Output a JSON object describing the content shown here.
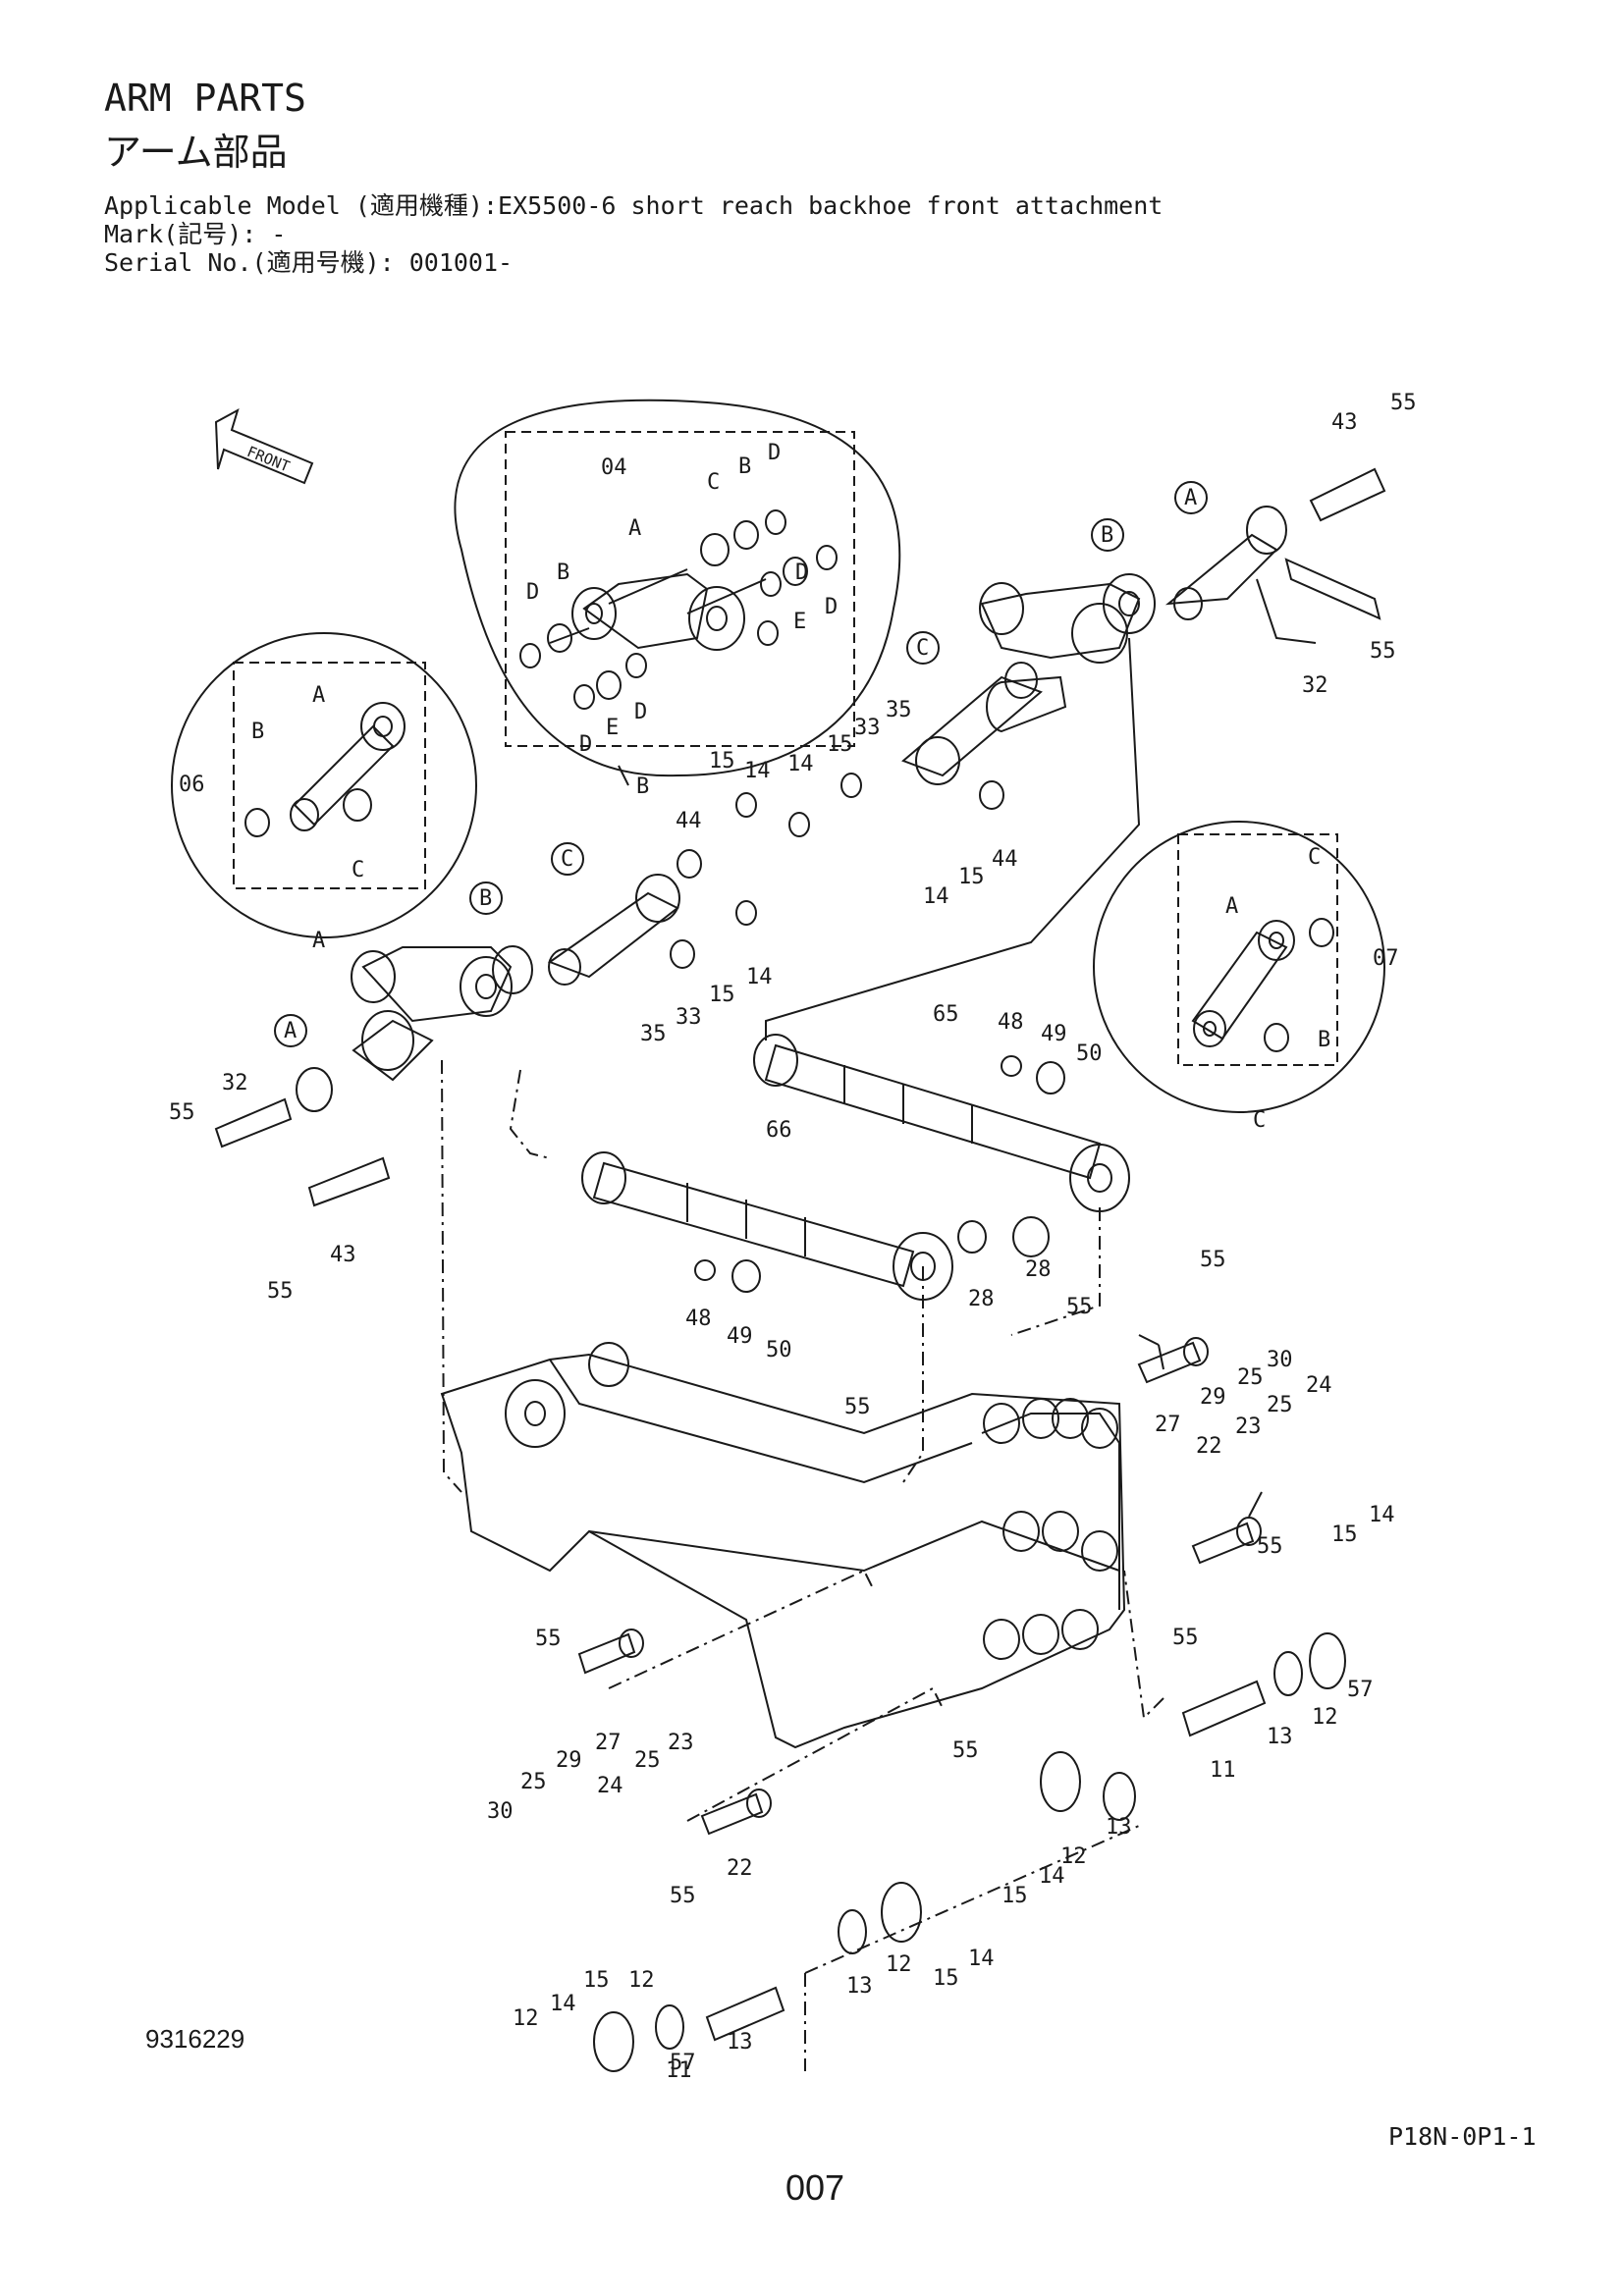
{
  "header": {
    "title_en": "ARM PARTS",
    "title_jp": "アーム部品",
    "model_line": "Applicable Model (適用機種):EX5500-6 short reach backhoe front attachment",
    "mark_line": "Mark(記号): -",
    "serial_line": "Serial No.(適用号機): 001001-"
  },
  "footer": {
    "drawing_number": "9316229",
    "reference_code": "P18N-0P1-1",
    "page_number": "007"
  },
  "direction_label": "FRONT",
  "detail_views": [
    {
      "ref": "04",
      "view": "B"
    },
    {
      "ref": "06",
      "view": "A"
    },
    {
      "ref": "07",
      "view": "C"
    }
  ],
  "callouts": [
    {
      "id": "c1",
      "text": "43"
    },
    {
      "id": "c2",
      "text": "55"
    },
    {
      "id": "c3",
      "text": "A"
    },
    {
      "id": "c4",
      "text": "B"
    },
    {
      "id": "c5",
      "text": "55"
    },
    {
      "id": "c6",
      "text": "32"
    },
    {
      "id": "c7",
      "text": "C"
    },
    {
      "id": "c8",
      "text": "35"
    },
    {
      "id": "c9",
      "text": "33"
    },
    {
      "id": "c10",
      "text": "15"
    },
    {
      "id": "c11",
      "text": "14"
    },
    {
      "id": "c12",
      "text": "14"
    },
    {
      "id": "c13",
      "text": "15"
    },
    {
      "id": "c14",
      "text": "44"
    },
    {
      "id": "c15",
      "text": "14"
    },
    {
      "id": "c16",
      "text": "15"
    },
    {
      "id": "c17",
      "text": "44"
    },
    {
      "id": "c18",
      "text": "C"
    },
    {
      "id": "c19",
      "text": "B"
    },
    {
      "id": "c20",
      "text": "A"
    },
    {
      "id": "c21",
      "text": "14"
    },
    {
      "id": "c22",
      "text": "15"
    },
    {
      "id": "c23",
      "text": "33"
    },
    {
      "id": "c24",
      "text": "35"
    },
    {
      "id": "c25",
      "text": "32"
    },
    {
      "id": "c26",
      "text": "55"
    },
    {
      "id": "c27",
      "text": "43"
    },
    {
      "id": "c28",
      "text": "55"
    },
    {
      "id": "c29",
      "text": "65"
    },
    {
      "id": "c30",
      "text": "48"
    },
    {
      "id": "c31",
      "text": "49"
    },
    {
      "id": "c32",
      "text": "50"
    },
    {
      "id": "c33",
      "text": "66"
    },
    {
      "id": "c34",
      "text": "28"
    },
    {
      "id": "c35",
      "text": "28"
    },
    {
      "id": "c36",
      "text": "48"
    },
    {
      "id": "c37",
      "text": "49"
    },
    {
      "id": "c38",
      "text": "50"
    },
    {
      "id": "c39",
      "text": "55"
    },
    {
      "id": "c40",
      "text": "55"
    },
    {
      "id": "c41",
      "text": "30"
    },
    {
      "id": "c42",
      "text": "25"
    },
    {
      "id": "c43",
      "text": "29"
    },
    {
      "id": "c44",
      "text": "27"
    },
    {
      "id": "c45",
      "text": "24"
    },
    {
      "id": "c46",
      "text": "25"
    },
    {
      "id": "c47",
      "text": "23"
    },
    {
      "id": "c48",
      "text": "22"
    },
    {
      "id": "c49",
      "text": "55"
    },
    {
      "id": "c50",
      "text": "55"
    },
    {
      "id": "c51",
      "text": "14"
    },
    {
      "id": "c52",
      "text": "15"
    },
    {
      "id": "c53",
      "text": "55"
    },
    {
      "id": "c54",
      "text": "57"
    },
    {
      "id": "c55",
      "text": "12"
    },
    {
      "id": "c56",
      "text": "13"
    },
    {
      "id": "c57",
      "text": "11"
    },
    {
      "id": "c58",
      "text": "55"
    },
    {
      "id": "c59",
      "text": "27"
    },
    {
      "id": "c60",
      "text": "29"
    },
    {
      "id": "c61",
      "text": "25"
    },
    {
      "id": "c62",
      "text": "30"
    },
    {
      "id": "c63",
      "text": "25"
    },
    {
      "id": "c64",
      "text": "23"
    },
    {
      "id": "c65",
      "text": "24"
    },
    {
      "id": "c66",
      "text": "22"
    },
    {
      "id": "c67",
      "text": "55"
    },
    {
      "id": "c68",
      "text": "55"
    },
    {
      "id": "c69",
      "text": "12"
    },
    {
      "id": "c70",
      "text": "13"
    },
    {
      "id": "c71",
      "text": "14"
    },
    {
      "id": "c72",
      "text": "15"
    },
    {
      "id": "c73",
      "text": "12"
    },
    {
      "id": "c74",
      "text": "15"
    },
    {
      "id": "c75",
      "text": "14"
    },
    {
      "id": "c76",
      "text": "13"
    },
    {
      "id": "c77",
      "text": "12"
    },
    {
      "id": "c78",
      "text": "14"
    },
    {
      "id": "c79",
      "text": "15"
    },
    {
      "id": "c80",
      "text": "12"
    },
    {
      "id": "c81",
      "text": "57"
    },
    {
      "id": "c82",
      "text": "13"
    },
    {
      "id": "c83",
      "text": "11"
    }
  ],
  "detail_b_labels": [
    {
      "id": "b1",
      "text": "04"
    },
    {
      "id": "b2",
      "text": "C"
    },
    {
      "id": "b3",
      "text": "B"
    },
    {
      "id": "b4",
      "text": "D"
    },
    {
      "id": "b5",
      "text": "A"
    },
    {
      "id": "b6",
      "text": "D"
    },
    {
      "id": "b7",
      "text": "B"
    },
    {
      "id": "b8",
      "text": "D"
    },
    {
      "id": "b9",
      "text": "E"
    },
    {
      "id": "b10",
      "text": "D"
    },
    {
      "id": "b11",
      "text": "D"
    },
    {
      "id": "b12",
      "text": "E"
    },
    {
      "id": "b13",
      "text": "D"
    },
    {
      "id": "b14",
      "text": "B"
    }
  ],
  "detail_a_labels": [
    {
      "id": "a1",
      "text": "A"
    },
    {
      "id": "a2",
      "text": "B"
    },
    {
      "id": "a3",
      "text": "06"
    },
    {
      "id": "a4",
      "text": "C"
    },
    {
      "id": "a5",
      "text": "A"
    }
  ],
  "detail_c_labels": [
    {
      "id": "d1",
      "text": "C"
    },
    {
      "id": "d2",
      "text": "A"
    },
    {
      "id": "d3",
      "text": "07"
    },
    {
      "id": "d4",
      "text": "B"
    },
    {
      "id": "d5",
      "text": "C"
    }
  ]
}
